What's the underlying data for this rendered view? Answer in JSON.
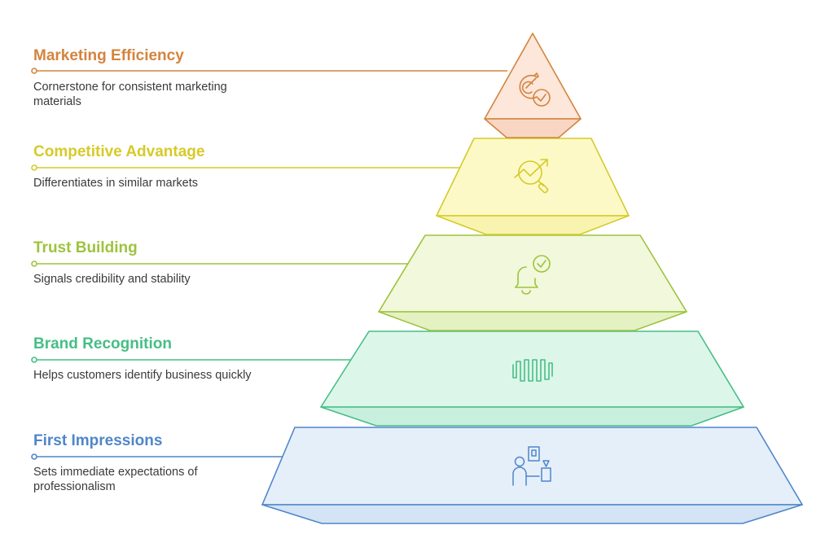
{
  "levels": [
    {
      "title": "Marketing Efficiency",
      "description": "Cornerstone for consistent marketing materials",
      "color": "#D4843E",
      "fill": "#FCE7DA",
      "dark_fill": "#F8D6C3",
      "icon": "target-check-icon"
    },
    {
      "title": "Competitive Advantage",
      "description": "Differentiates in similar markets",
      "color": "#D6CA2A",
      "fill": "#FCF9C7",
      "dark_fill": "#F8F3AE",
      "icon": "magnifier-trend-icon"
    },
    {
      "title": "Trust Building",
      "description": "Signals credibility and stability",
      "color": "#9EC33E",
      "fill": "#F1F8DC",
      "dark_fill": "#E4F1C2",
      "icon": "bell-check-icon"
    },
    {
      "title": "Brand Recognition",
      "description": "Helps customers identify business quickly",
      "color": "#46BE86",
      "fill": "#DDF6EA",
      "dark_fill": "#C8EFDD",
      "icon": "sound-wave-icon"
    },
    {
      "title": "First Impressions",
      "description": "Sets immediate expectations of professionalism",
      "color": "#4F86C9",
      "fill": "#E5EFFA",
      "dark_fill": "#D4E3F5",
      "icon": "person-presentation-icon"
    }
  ]
}
